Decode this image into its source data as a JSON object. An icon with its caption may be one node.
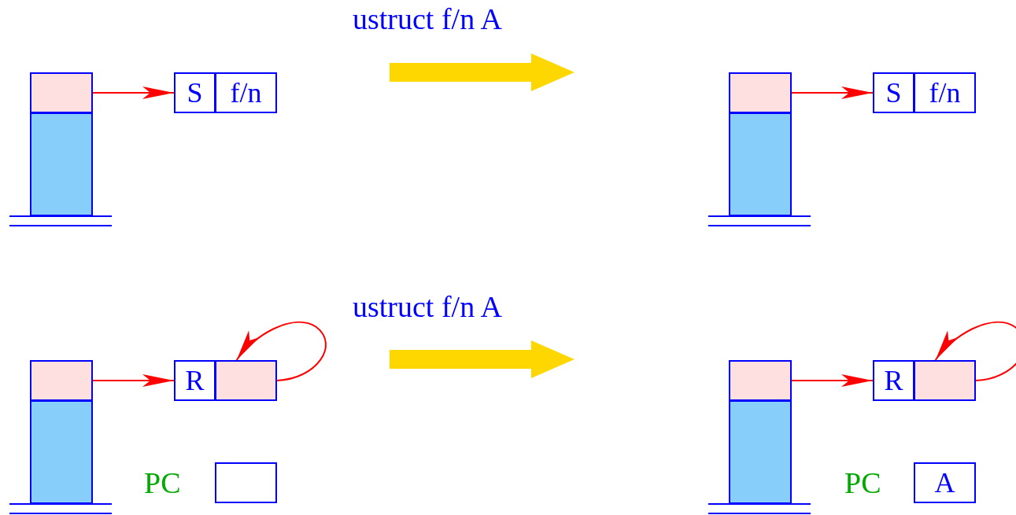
{
  "diagram": {
    "nodes": [
      {
        "text": [],
        "shape": "box"
      },
      {
        "text": [],
        "shape": "box"
      },
      {
        "text": [
          "S"
        ]
      },
      {
        "text": [
          "f/n"
        ]
      },
      {
        "text": [],
        "shape": "box"
      },
      {
        "text": [],
        "shape": "box"
      },
      {
        "text": [
          "S"
        ]
      },
      {
        "text": [
          "f/n"
        ]
      },
      {
        "text": [],
        "shape": "box"
      },
      {
        "text": [],
        "shape": "box"
      },
      {
        "text": [
          "R"
        ]
      },
      {
        "text": [],
        "shape": "box"
      },
      {
        "text": [],
        "shape": "box",
        "beside": [
          "PC"
        ]
      },
      {
        "text": [],
        "shape": "box"
      },
      {
        "text": [],
        "shape": "box"
      },
      {
        "text": [
          "R"
        ]
      },
      {
        "text": [],
        "shape": "box"
      },
      {
        "text": [
          "A"
        ],
        "beside": [
          "PC"
        ]
      }
    ],
    "edges": [
      {
        "from": 0,
        "to": 2,
        "arrow": "to"
      },
      {
        "from": 4,
        "to": 6,
        "arrow": "to"
      },
      {
        "from": 8,
        "to": 10,
        "arrow": "to"
      },
      {
        "from": 11,
        "to": 11,
        "arrow": "to"
      },
      {
        "from": 13,
        "to": 15,
        "arrow": "to"
      },
      {
        "from": 16,
        "to": 16,
        "arrow": "to"
      }
    ],
    "labels": [
      "ustruct f/n A",
      "ustruct f/n A"
    ]
  }
}
